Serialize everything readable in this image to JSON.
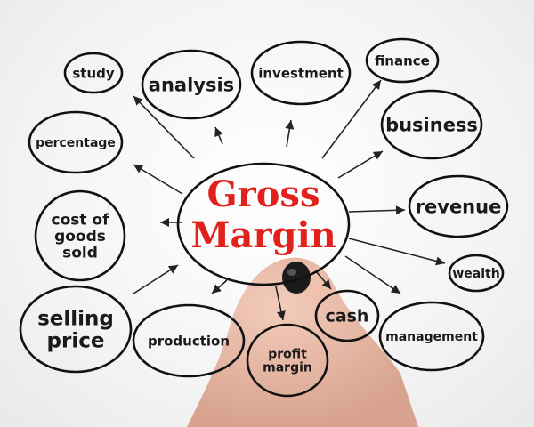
{
  "center": {
    "line1": "Gross",
    "line2": "Margin",
    "color": "#e0211c"
  },
  "nodes": [
    {
      "id": "study",
      "label": [
        "study"
      ]
    },
    {
      "id": "analysis",
      "label": [
        "analysis"
      ]
    },
    {
      "id": "investment",
      "label": [
        "investment"
      ]
    },
    {
      "id": "finance",
      "label": [
        "finance"
      ]
    },
    {
      "id": "business",
      "label": [
        "business"
      ]
    },
    {
      "id": "percentage",
      "label": [
        "percentage"
      ]
    },
    {
      "id": "revenue",
      "label": [
        "revenue"
      ]
    },
    {
      "id": "cost-of-goods-sold",
      "label": [
        "cost of",
        "goods",
        "sold"
      ]
    },
    {
      "id": "wealth",
      "label": [
        "wealth"
      ]
    },
    {
      "id": "selling-price",
      "label": [
        "selling",
        "price"
      ]
    },
    {
      "id": "production",
      "label": [
        "production"
      ]
    },
    {
      "id": "profit-margin",
      "label": [
        "profit",
        "margin"
      ]
    },
    {
      "id": "cash",
      "label": [
        "cash"
      ]
    },
    {
      "id": "management",
      "label": [
        "management"
      ]
    }
  ],
  "colors": {
    "ink": "#111111",
    "skin": "#e9b7a3"
  }
}
